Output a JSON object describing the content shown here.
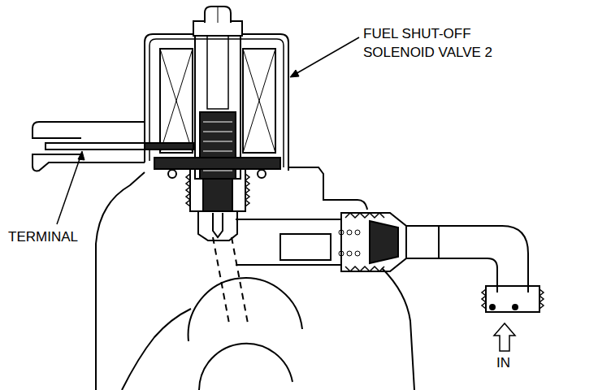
{
  "diagram": {
    "labels": [
      "FUEL SHUT-OFF SOLENOID VALVE 2",
      "TERMINAL",
      "IN"
    ]
  }
}
